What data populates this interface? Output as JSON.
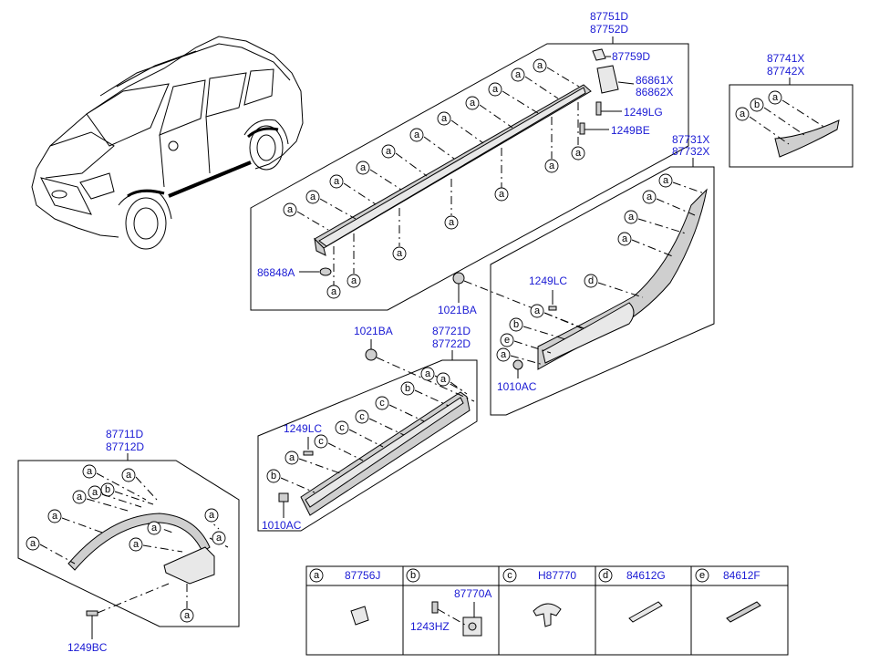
{
  "part_labels": {
    "p87751": "87751D",
    "p87752": "87752D",
    "p87759": "87759D",
    "p86861": "86861X",
    "p86862": "86862X",
    "p1249lg": "1249LG",
    "p1249be": "1249BE",
    "p86848": "86848A",
    "p87741": "87741X",
    "p87742": "87742X",
    "p87731": "87731X",
    "p87732": "87732X",
    "p1249lc_a": "1249LC",
    "p1021ba_a": "1021BA",
    "p1010ac_a": "1010AC",
    "p1021ba_b": "1021BA",
    "p87721": "87721D",
    "p87722": "87722D",
    "p1249lc_b": "1249LC",
    "p1010ac_b": "1010AC",
    "p87711": "87711D",
    "p87712": "87712D",
    "p1249bc": "1249BC"
  },
  "legend": {
    "cells": [
      {
        "letter": "a",
        "part": "87756J"
      },
      {
        "letter": "b",
        "part": "",
        "sub": [
          "87770A",
          "1243HZ"
        ]
      },
      {
        "letter": "c",
        "part": "H87770"
      },
      {
        "letter": "d",
        "part": "84612G"
      },
      {
        "letter": "e",
        "part": "84612F"
      }
    ]
  }
}
